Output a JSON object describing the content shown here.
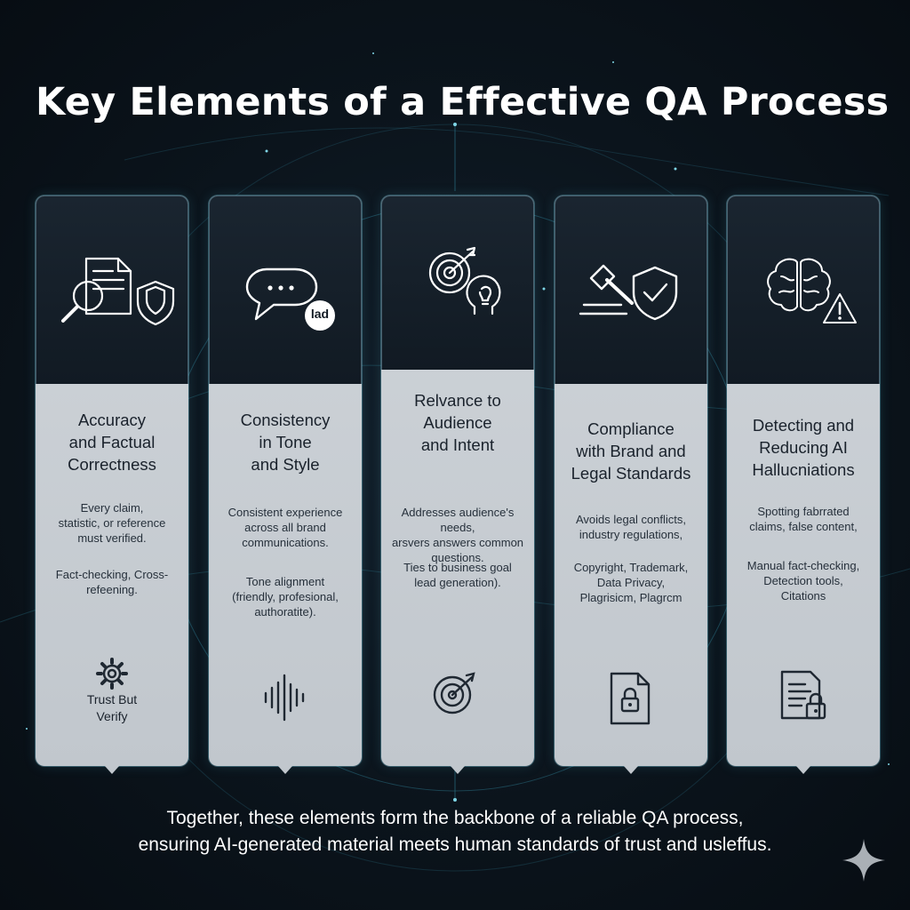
{
  "title": "Key Elements of a Effective QA Process",
  "cards": [
    {
      "icon": "document-magnifier-shield-icon",
      "heading": [
        "Accuracy",
        "and Factual",
        "Correctness"
      ],
      "text1": [
        "Every claim,",
        "statistic, or reference",
        "must verified."
      ],
      "text2": [
        "Fact-checking, Cross-",
        "refeening."
      ],
      "footer_icon": "gear-icon",
      "footer": [
        "Trust But",
        "Verify"
      ]
    },
    {
      "icon": "chat-bubble-icon",
      "badge": "lad",
      "heading": [
        "Consistency",
        "in Tone",
        "and Style"
      ],
      "text1": [
        "Consistent experience",
        "across all brand",
        "communications."
      ],
      "text2": [
        "Tone alignment",
        "(friendly, profesional,",
        "authoratite)."
      ],
      "footer_icon": "sound-wave-icon",
      "footer": []
    },
    {
      "icon": "target-head-lightbulb-icon",
      "heading": [
        "Relvance to",
        "Audience",
        "and Intent"
      ],
      "text1": [
        "Addresses audience's needs,",
        "arsvers answers common",
        "questions."
      ],
      "text2": [
        "Ties to business goal",
        "lead generation)."
      ],
      "footer_icon": "target-arrow-icon",
      "footer": []
    },
    {
      "icon": "gavel-shield-icon",
      "heading": [
        "Compliance",
        "with Brand and",
        "Legal Standards"
      ],
      "text1": [
        "Avoids legal conflicts,",
        "industry regulations,"
      ],
      "text2": [
        "Copyright, Trademark,",
        "Data Privacy,",
        "Plagrisicm, Plagrcm"
      ],
      "footer_icon": "file-lock-icon",
      "footer": []
    },
    {
      "icon": "brain-warning-icon",
      "heading": [
        "Detecting and",
        "Reducing AI",
        "Hallucniations"
      ],
      "text1": [
        "Spotting fabrrated",
        "claims, false content,"
      ],
      "text2": [
        "Manual fact-checking,",
        "Detection tools,",
        "Citations"
      ],
      "footer_icon": "document-lock-icon",
      "footer": []
    }
  ],
  "footer": [
    "Together, these elements form the backbone of a reliable QA process,",
    "ensuring AI-generated material meets human standards of trust and uslеffus."
  ],
  "corner_icon": "sparkle-icon",
  "colors": {
    "background": "#0b141c",
    "card": "#c8cdd2",
    "card_top": "#141e28",
    "glow": "#5fc8dc"
  }
}
